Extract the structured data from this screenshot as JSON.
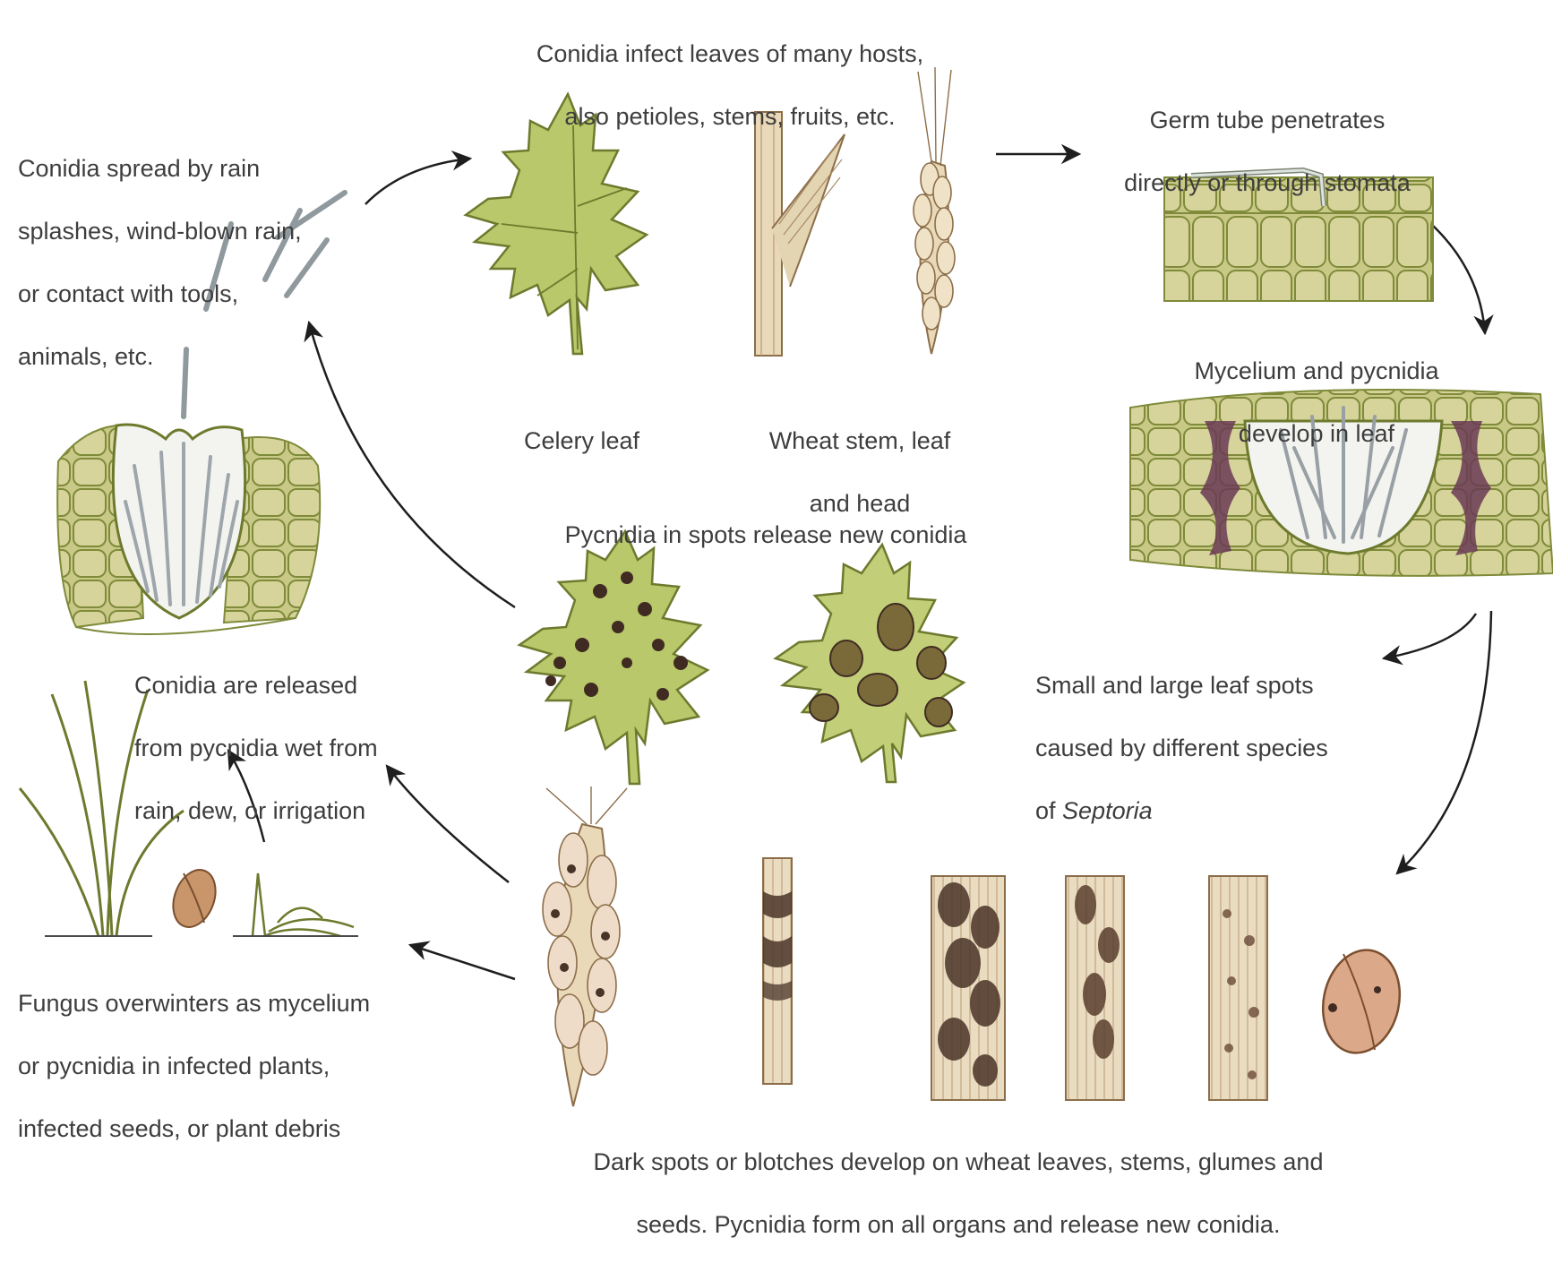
{
  "labels": {
    "infect_hosts": [
      "Conidia infect leaves of many hosts,",
      "also petioles, stems, fruits, etc."
    ],
    "germ_tube": [
      "Germ tube penetrates",
      "directly or through stomata"
    ],
    "spread": [
      "Conidia spread by rain",
      "splashes, wind-blown rain,",
      "or contact with tools,",
      "animals, etc."
    ],
    "celery_leaf": "Celery leaf",
    "wheat_stem": [
      "Wheat stem, leaf",
      "and head"
    ],
    "mycelium_develop": [
      "Mycelium and pycnidia",
      "develop in leaf"
    ],
    "pycnidia_release": "Pycnidia in spots release new conidia",
    "released_wet": [
      "Conidia are released",
      "from pycnidia wet from",
      "rain, dew, or irrigation"
    ],
    "leaf_spots_1": "Small and large leaf spots",
    "leaf_spots_2": "caused by different species",
    "leaf_spots_3_prefix": "of ",
    "leaf_spots_3_genus": "Septoria",
    "overwinter": [
      "Fungus overwinters as mycelium",
      "or pycnidia in infected plants,",
      "infected seeds, or plant debris"
    ],
    "dark_spots": [
      "Dark spots or blotches develop on wheat leaves, stems, glumes and",
      "seeds. Pycnidia form on all organs and release new conidia."
    ]
  },
  "colors": {
    "leaf_green": "#b9c86a",
    "leaf_edge": "#6d7a2e",
    "cell_fill": "#cfcf8e",
    "cell_edge": "#7f8a3a",
    "straw": "#e6d6b4",
    "straw_edge": "#8c6e4a",
    "spot": "#4a3428",
    "purple": "#6a3a55",
    "conidia": "#b6bcc0",
    "arrow": "#1e1e1e"
  }
}
